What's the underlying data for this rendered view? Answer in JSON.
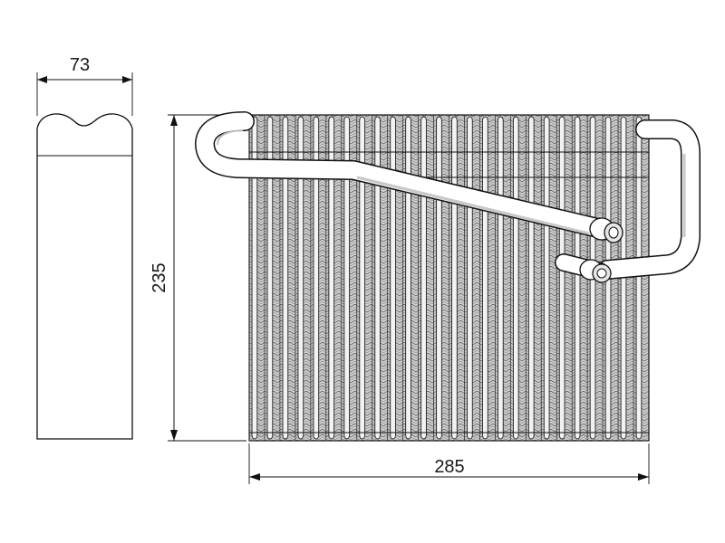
{
  "dimensions": {
    "depth": "73",
    "height": "235",
    "width": "285"
  },
  "colors": {
    "line": "#111111",
    "fin_dark": "#555555",
    "fin_light": "#d9d9d9",
    "background": "#ffffff"
  }
}
